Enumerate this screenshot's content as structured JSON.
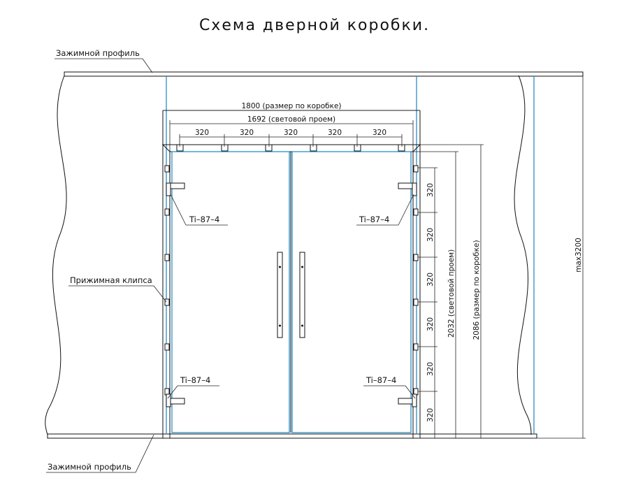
{
  "title": "Схема дверной коробки.",
  "labels": {
    "clamp_profile_top": "Зажимной профиль",
    "clamp_profile_bottom": "Зажимной профиль",
    "press_clip": "Прижимная клипса",
    "hinge_tl": "Ti–87–4",
    "hinge_tr": "Ti–87–4",
    "hinge_bl": "Ti–87–4",
    "hinge_br": "Ti–87–4"
  },
  "dims": {
    "box_width": "1800 (размер по коробке)",
    "clear_width": "1692 (световой проем)",
    "top_spacing": [
      "320",
      "320",
      "320",
      "320",
      "320"
    ],
    "right_spacing": [
      "320",
      "320",
      "320",
      "320",
      "320",
      "320"
    ],
    "clear_height": "2032 (световой проем)",
    "box_height": "2086 (размер по коробке)",
    "max_height": "max3200"
  }
}
